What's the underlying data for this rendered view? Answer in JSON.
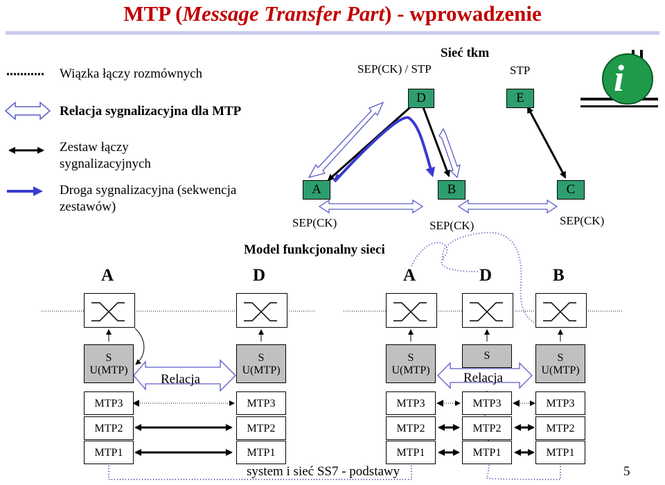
{
  "title": {
    "prefix": "MTP (",
    "italic": "Message Transfer Part",
    "suffix": ") - wprowadzenie"
  },
  "legend": {
    "bundle": "Wiązka łączy rozmównych",
    "relation": "Relacja sygnalizacyjna dla MTP",
    "linkset_line1": "Zestaw łączy",
    "linkset_line2": "sygnalizacyjnych",
    "route_line1": "Droga sygnalizacyjna (sekwencja",
    "route_line2": "zestawów)"
  },
  "network": {
    "title": "Sieć tkm",
    "d_label": "SEP(CK) / STP",
    "e_label": "STP",
    "nodes": {
      "a": "A",
      "b": "B",
      "c": "C",
      "d": "D",
      "e": "E"
    },
    "sep_a": "SEP(CK)",
    "sep_b": "SEP(CK)",
    "sep_c": "SEP(CK)",
    "node_color": "#2e9e6e"
  },
  "info_icon": {
    "glyph": "i",
    "color": "#1f9a4a"
  },
  "model": {
    "title": "Model funkcjonalny sieci",
    "headers": [
      "A",
      "D",
      "A",
      "D",
      "B"
    ],
    "s_label": "S",
    "u_label": "U(MTP)",
    "mtp3": "MTP3",
    "mtp2": "MTP2",
    "mtp1": "MTP1",
    "relation_left": "Relacja",
    "relation_right": "Relacja"
  },
  "footer": {
    "text": "system i sieć SS7 - podstawy",
    "page": "5"
  },
  "colors": {
    "title": "#c00000",
    "relation_arrow": "#5a5ac8",
    "route_arrow": "#3a3ad0",
    "stack_gray": "#c0c0c0"
  }
}
